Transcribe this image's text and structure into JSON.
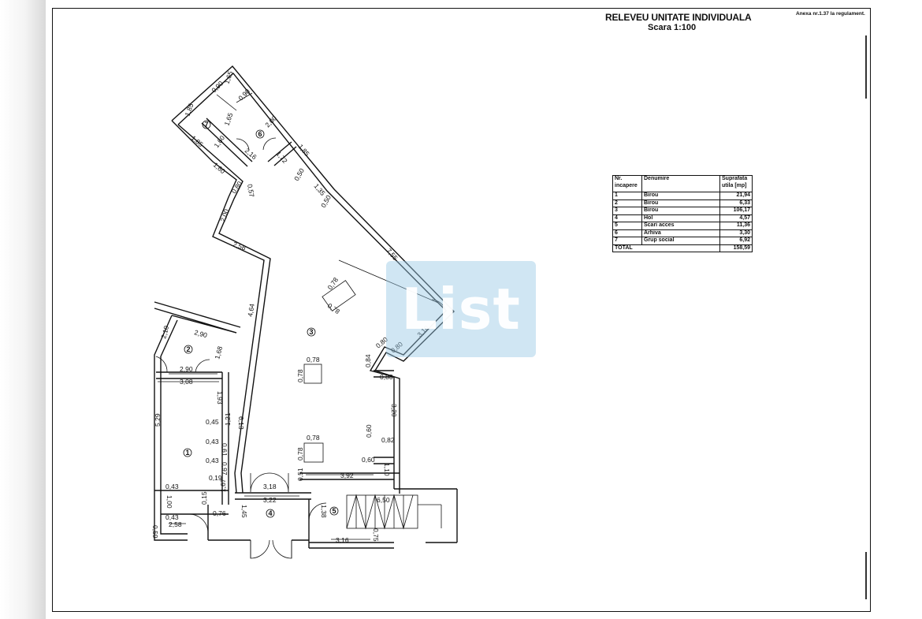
{
  "header": {
    "title": "RELEVEU UNITATE INDIVIDUALA",
    "scale": "Scara    1:100",
    "note": "Anexa nr.1.37 la regulament."
  },
  "area_table": {
    "headers": [
      "Nr. incapere",
      "Denumire",
      "Suprafata utila [mp]"
    ],
    "rows": [
      {
        "nr": "1",
        "name": "Birou",
        "area": "21,94"
      },
      {
        "nr": "2",
        "name": "Birou",
        "area": "6,33"
      },
      {
        "nr": "3",
        "name": "Birou",
        "area": "106,17"
      },
      {
        "nr": "4",
        "name": "Hol",
        "area": "4,57"
      },
      {
        "nr": "5",
        "name": "Scari acces",
        "area": "11,36"
      },
      {
        "nr": "6",
        "name": "Arhiva",
        "area": "3,30"
      },
      {
        "nr": "7",
        "name": "Grup social",
        "area": "6,92"
      }
    ],
    "total_label": "TOTAL",
    "total_area": "158,59"
  },
  "rooms": [
    "1",
    "2",
    "3",
    "4",
    "5",
    "6",
    "7"
  ],
  "dimensions": {
    "d1": "1,85",
    "d2": "0,90",
    "d3": "1,65",
    "d4": "0,90",
    "d5": "1,65",
    "d6": "2,00",
    "d7": "1,85",
    "d8": "1,60",
    "d9": "2,16",
    "d10": "1,72",
    "d11": "1,85",
    "d12": "1,60",
    "d13": "0,57",
    "d14": "0,80",
    "d15": "0,50",
    "d16": "1,35",
    "d17": "0,50",
    "d18": "2,00",
    "d19": "2,58",
    "d20": "7,55",
    "d21": "4,64",
    "d22": "0,78",
    "d23": "0,78",
    "d24": "3,10",
    "d25": "0,80",
    "d26": "0,80",
    "d27": "2,10",
    "d28": "2,90",
    "d29": "1,68",
    "d30": "0,84",
    "d31": "0,83",
    "d32": "0,78",
    "d33": "0,78",
    "d34": "2,90",
    "d35": "3,08",
    "d36": "1,93",
    "d37": "3,20",
    "d38": "0,45",
    "d39": "1,21",
    "d40": "5,29",
    "d41": "6,13",
    "d42": "0,43",
    "d43": "0,61",
    "d44": "0,43",
    "d45": "0,60",
    "d46": "0,82",
    "d47": "0,78",
    "d48": "0,78",
    "d49": "0,60",
    "d50": "0,97",
    "d51": "0,19",
    "d52": "1,10",
    "d53": "0,51",
    "d54": "3,92",
    "d55": "0,43",
    "d56": "3,18",
    "d57": "1,00",
    "d58": "1,67",
    "d59": "3,22",
    "d60": "6,50",
    "d61": "0,15",
    "d62": "1,45",
    "d63": "1,38",
    "d64": "0,43",
    "d65": "0,76",
    "d66": "2,58",
    "d67": "0,59",
    "d68": "3,16",
    "d69": "0,75"
  },
  "watermark": {
    "text": "List"
  },
  "colors": {
    "ink": "#111111",
    "watermark": "#96c8e4",
    "paper": "#ffffff"
  }
}
